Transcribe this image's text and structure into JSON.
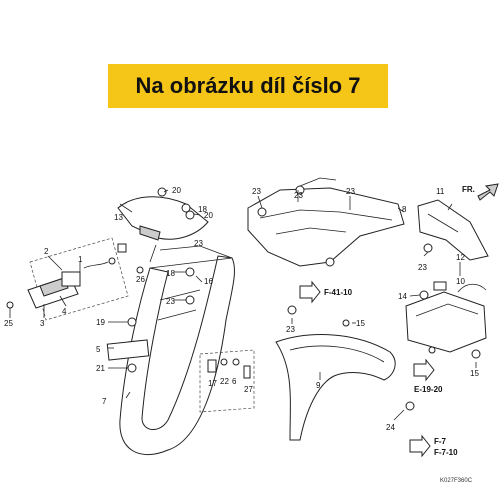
{
  "banner": {
    "text": "Na obrázku díl číslo 7",
    "color": "#f5c518"
  },
  "diagram": {
    "callouts": {
      "c1": "1",
      "c2": "2",
      "c3": "3",
      "c4": "4",
      "c5": "5",
      "c7": "7",
      "c8": "8",
      "c9": "9",
      "c10": "10",
      "c11": "11",
      "c12": "12",
      "c13": "13",
      "c14": "14",
      "c15": "15",
      "c16": "16",
      "c17": "17",
      "c18": "18",
      "c18b": "18",
      "c19": "19",
      "c20a": "20",
      "c20b": "20",
      "c21": "21",
      "c22": "22",
      "c23a": "23",
      "c23b": "23",
      "c23c": "23",
      "c23d": "23",
      "c23e": "23",
      "c24": "24",
      "c25": "25",
      "c26": "26",
      "c27": "27",
      "c6": "6"
    },
    "references": {
      "f41": "F-41-10",
      "e19": "E-19-20",
      "f7": "F-7",
      "f710": "F-7-10"
    },
    "direction_label": "FR.",
    "diagram_code": "K027F360C"
  }
}
